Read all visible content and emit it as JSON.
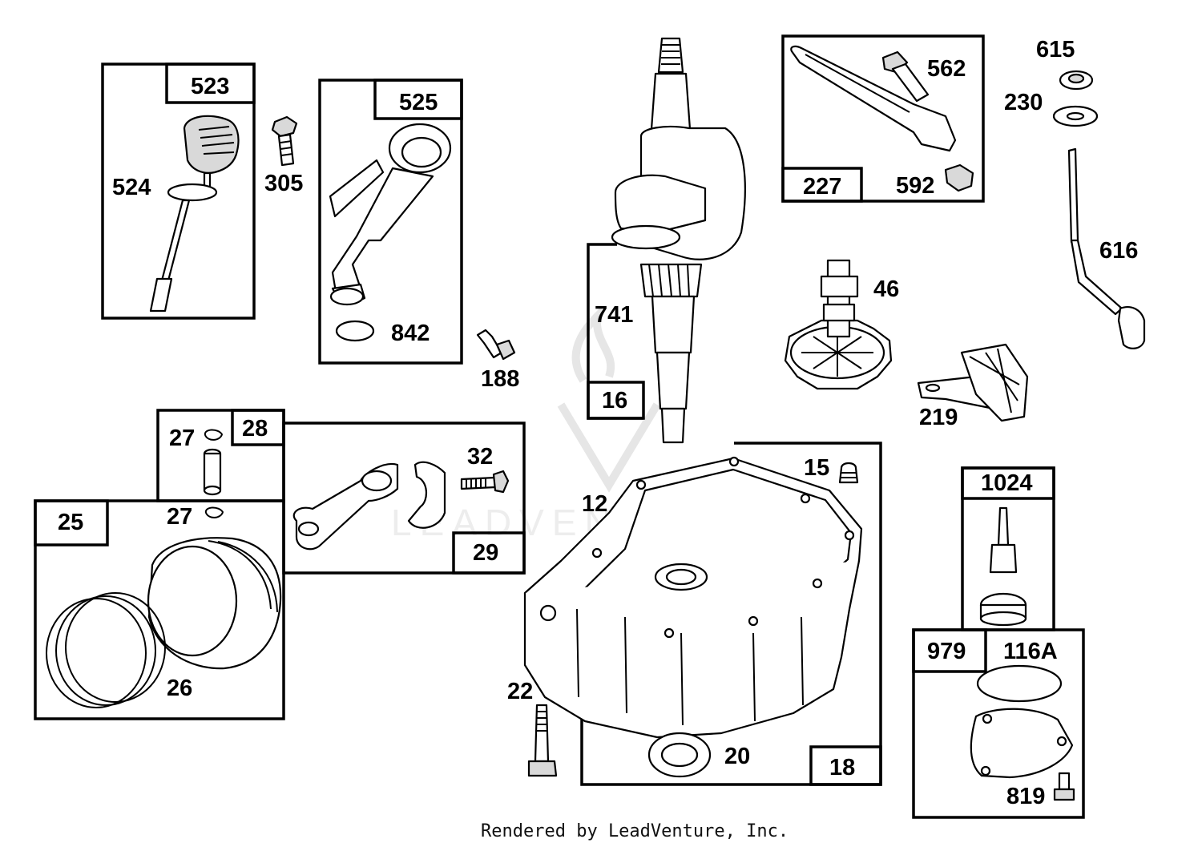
{
  "watermark": {
    "text": "LEADVENTURE"
  },
  "footer": {
    "text": "Rendered by LeadVenture, Inc."
  },
  "parts": [
    {
      "id": "523"
    },
    {
      "id": "524"
    },
    {
      "id": "305"
    },
    {
      "id": "525"
    },
    {
      "id": "842"
    },
    {
      "id": "188"
    },
    {
      "id": "741"
    },
    {
      "id": "16"
    },
    {
      "id": "562"
    },
    {
      "id": "592"
    },
    {
      "id": "227"
    },
    {
      "id": "615"
    },
    {
      "id": "230"
    },
    {
      "id": "616"
    },
    {
      "id": "46"
    },
    {
      "id": "219"
    },
    {
      "id": "27"
    },
    {
      "id": "28"
    },
    {
      "id": "27"
    },
    {
      "id": "25"
    },
    {
      "id": "26"
    },
    {
      "id": "32"
    },
    {
      "id": "29"
    },
    {
      "id": "12"
    },
    {
      "id": "15"
    },
    {
      "id": "22"
    },
    {
      "id": "20"
    },
    {
      "id": "18"
    },
    {
      "id": "1024"
    },
    {
      "id": "979"
    },
    {
      "id": "116A"
    },
    {
      "id": "819"
    }
  ]
}
